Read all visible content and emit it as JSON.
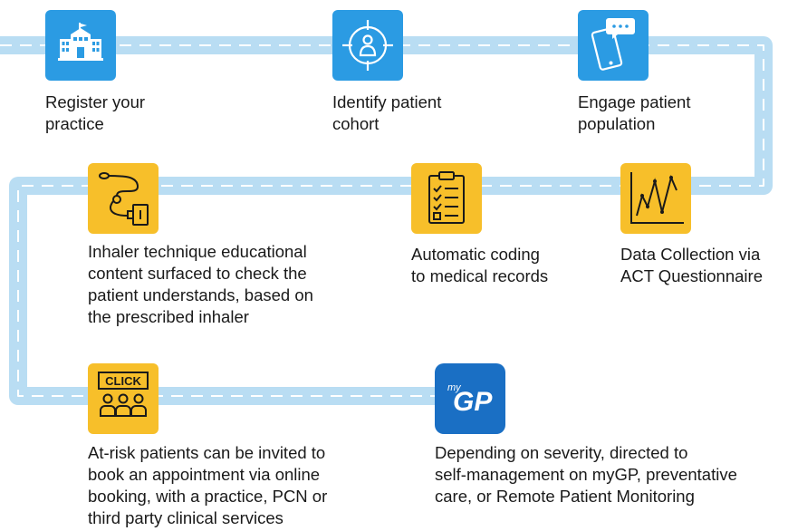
{
  "steps": [
    {
      "id": 1,
      "text": "Register your\npractice",
      "icon": "school-building-icon",
      "color": "#2b9be3"
    },
    {
      "id": 2,
      "text": "Identify patient\ncohort",
      "icon": "target-person-icon",
      "color": "#2b9be3"
    },
    {
      "id": 3,
      "text": "Engage patient\npopulation",
      "icon": "phone-message-icon",
      "color": "#2b9be3"
    },
    {
      "id": 4,
      "text": "Data Collection via\nACT Questionnaire",
      "icon": "line-graph-icon",
      "color": "#f7bf2a"
    },
    {
      "id": 5,
      "text": "Automatic coding\nto medical records",
      "icon": "clipboard-checklist-icon",
      "color": "#f7bf2a"
    },
    {
      "id": 6,
      "text": "Inhaler technique educational\ncontent surfaced to check the\npatient understands, based on\nthe prescribed inhaler",
      "icon": "inhaler-icon",
      "color": "#f7bf2a"
    },
    {
      "id": 7,
      "text": "At-risk patients can be invited to\nbook an appointment via online\nbooking, with a practice, PCN or\nthird party clinical services",
      "icon": "click-booking-icon",
      "color": "#f7bf2a",
      "icon_text": "CLICK"
    },
    {
      "id": 8,
      "text": "Depending on severity, directed to\nself-management on myGP, preventative\ncare, or Remote Patient Monitoring",
      "icon": "mygp-logo-icon",
      "color": "#1a6fc4",
      "logo_text_small": "my",
      "logo_text_big": "GP"
    }
  ],
  "path_color": "#b9ddf3",
  "dash_color": "#ffffff"
}
